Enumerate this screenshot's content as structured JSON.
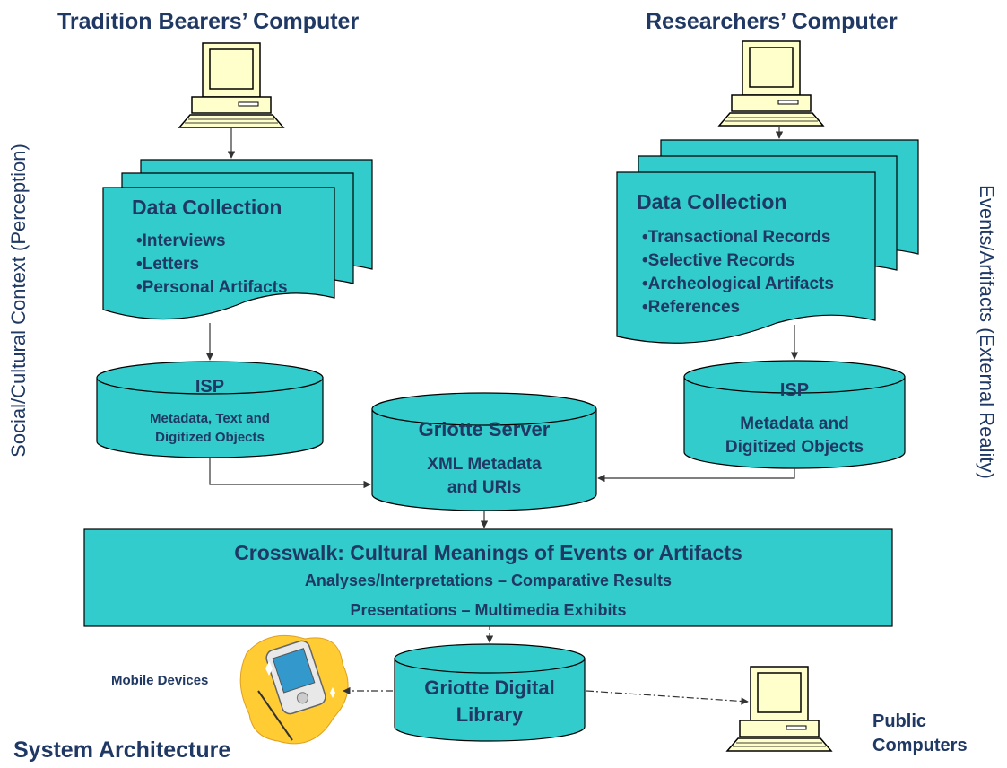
{
  "titles": {
    "tradition_computer": "Tradition Bearers’ Computer",
    "researchers_computer": "Researchers’ Computer",
    "left_side": "Social/Cultural Context (Perception)",
    "right_side": "Events/Artifacts (External Reality)",
    "system_architecture": "System Architecture"
  },
  "left_docs": {
    "heading": "Data Collection",
    "items": [
      "•Interviews",
      "•Letters",
      "•Personal Artifacts"
    ]
  },
  "right_docs": {
    "heading": "Data Collection",
    "items": [
      "•Transactional Records",
      "•Selective Records",
      "•Archeological Artifacts",
      "•References"
    ]
  },
  "left_isp": {
    "title": "ISP",
    "line1": "Metadata, Text and",
    "line2": "Digitized Objects"
  },
  "right_isp": {
    "title": "ISP",
    "line1": "Metadata and",
    "line2": "Digitized Objects"
  },
  "server": {
    "title": "Griotte Server",
    "line1": "XML Metadata",
    "line2": "and URIs"
  },
  "crosswalk": {
    "title": "Crosswalk: Cultural Meanings of Events or Artifacts",
    "line1": "Analyses/Interpretations – Comparative Results",
    "line2": "Presentations – Multimedia Exhibits"
  },
  "library": {
    "line1": "Griotte Digital",
    "line2": "Library"
  },
  "mobile_label": "Mobile Devices",
  "public_label_1": "Public",
  "public_label_2": "Computers",
  "colors": {
    "teal": "#33cccc",
    "navy": "#1f3864",
    "computer_yellow": "#ffffcc"
  }
}
